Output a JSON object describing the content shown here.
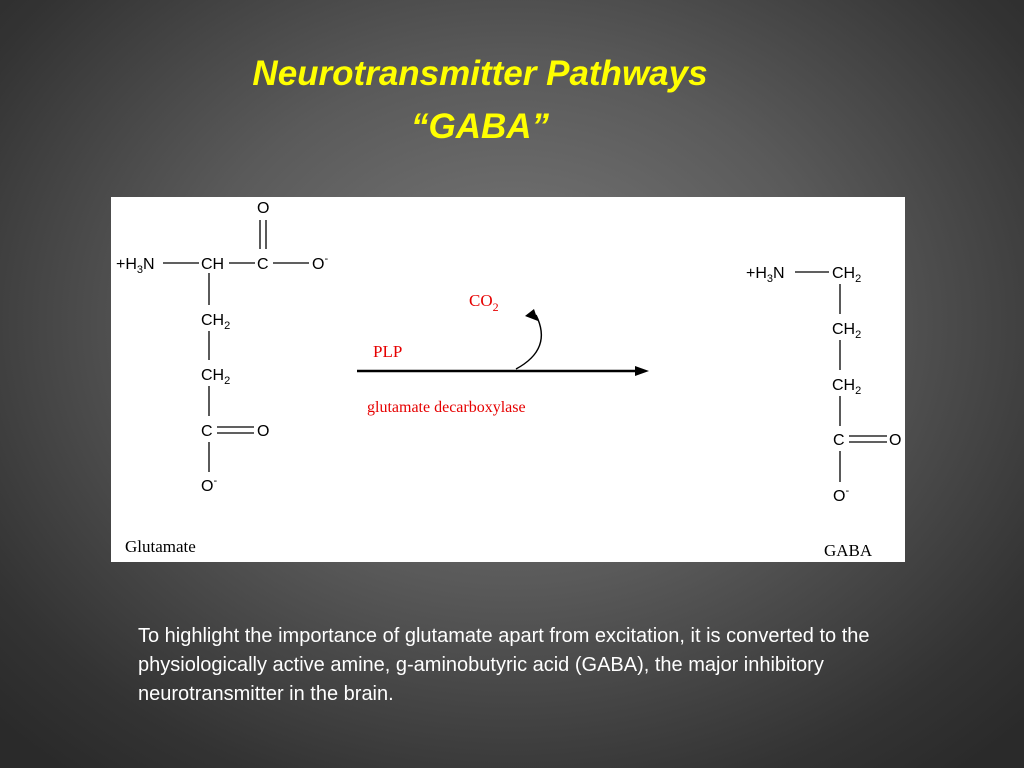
{
  "slide": {
    "title_line1": "Neurotransmitter Pathways",
    "title_line2": "“GABA”",
    "caption": "To highlight the importance of glutamate apart from excitation, it is converted to the physiologically active amine, g-aminobutyric acid (GABA), the major inhibitory neurotransmitter in the brain."
  },
  "diagram": {
    "glutamate": {
      "amine_prefix": "+H",
      "amine_sub": "3",
      "amine_suffix": "N",
      "alpha_carbon": "CH",
      "carbonyl_c": "C",
      "carbonyl_o": "O",
      "carboxyl_o": "O",
      "charge": "-",
      "ch": "CH",
      "ch_sub": "2",
      "label": "Glutamate"
    },
    "gaba": {
      "amine_prefix": "+H",
      "amine_sub": "3",
      "amine_suffix": "N",
      "ch": "CH",
      "ch_sub": "2",
      "carbonyl_c": "C",
      "carbonyl_o": "O",
      "carboxyl_o": "O",
      "charge": "-",
      "label": "GABA"
    },
    "reaction": {
      "cofactor": "PLP",
      "byproduct": "CO",
      "byproduct_sub": "2",
      "enzyme": "glutamate decarboxylase"
    }
  },
  "colors": {
    "background": "#4a4a4a",
    "title": "#ffff00",
    "caption": "#ffffff",
    "reaction_text": "#e60000",
    "structure": "#000000"
  }
}
